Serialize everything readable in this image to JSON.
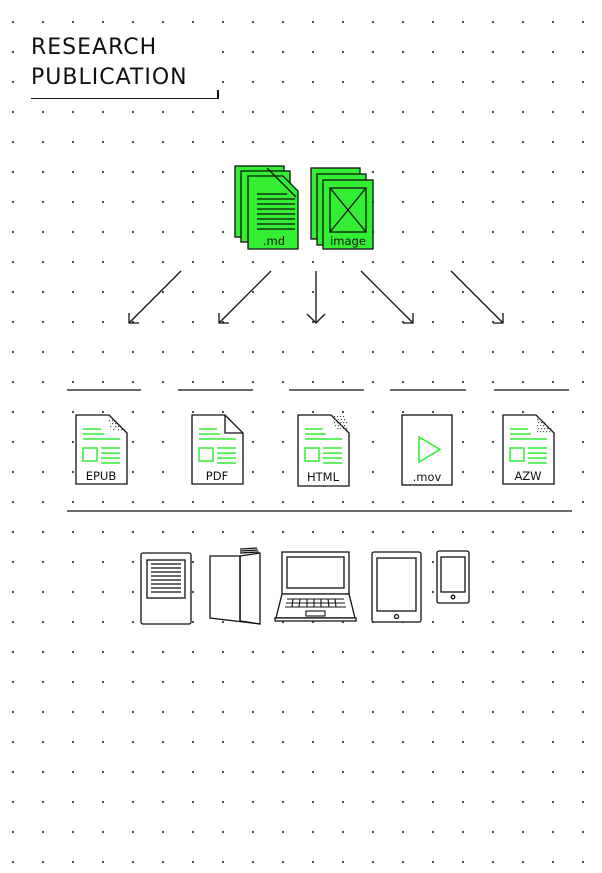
{
  "title": {
    "line1": "RESEARCH",
    "line2": "PUBLICATION"
  },
  "sources": [
    {
      "label": ".md",
      "icon": "markdown-file-stack-icon"
    },
    {
      "label": "image",
      "icon": "image-file-stack-icon"
    }
  ],
  "formats": [
    {
      "label": "EPUB",
      "icon": "epub-file-icon"
    },
    {
      "label": "PDF",
      "icon": "pdf-file-icon"
    },
    {
      "label": "HTML",
      "icon": "html-file-icon"
    },
    {
      "label": ".mov",
      "icon": "mov-file-icon"
    },
    {
      "label": "AZW",
      "icon": "azw-file-icon"
    }
  ],
  "devices": [
    {
      "icon": "ereader-icon"
    },
    {
      "icon": "printed-book-icon"
    },
    {
      "icon": "laptop-icon"
    },
    {
      "icon": "tablet-icon"
    },
    {
      "icon": "smartphone-icon"
    }
  ],
  "colors": {
    "accent": "#33ee33",
    "line": "#111111",
    "dot": "#3a3a3a"
  }
}
